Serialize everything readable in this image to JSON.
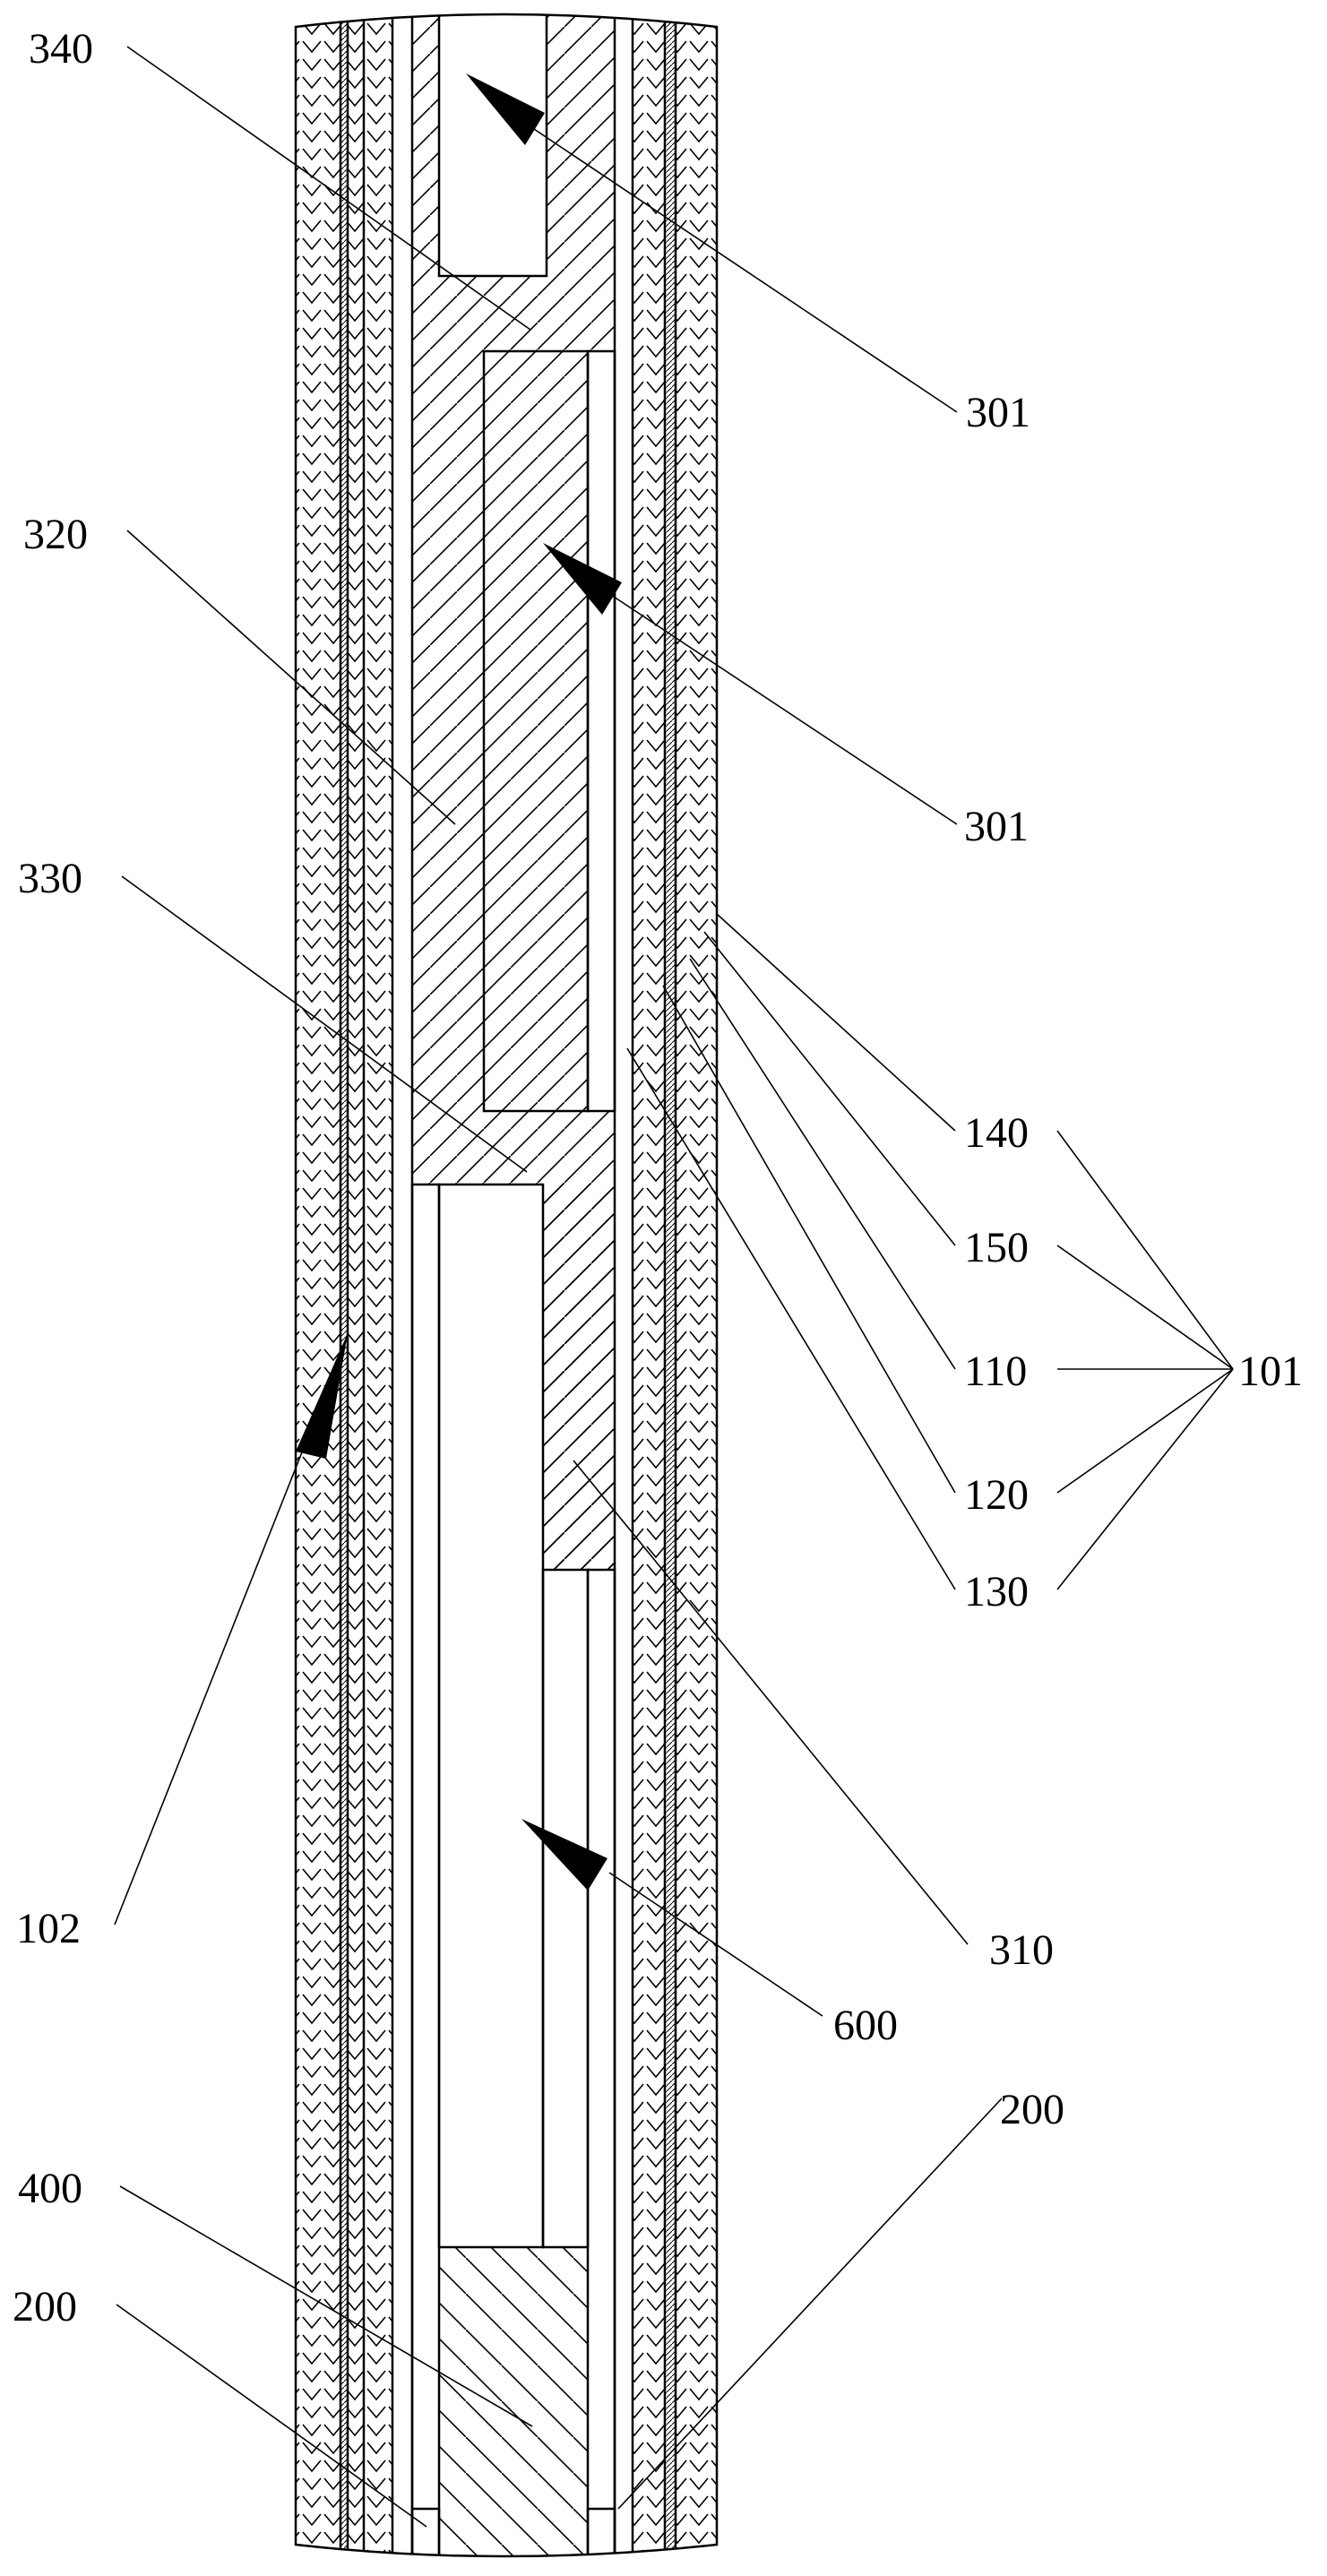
{
  "figure": {
    "labels": {
      "l340": "340",
      "l301a": "301",
      "l320": "320",
      "l301b": "301",
      "l330": "330",
      "l140": "140",
      "l150": "150",
      "l110": "110",
      "l101": "101",
      "l120": "120",
      "l130": "130",
      "l102": "102",
      "l310": "310",
      "l600": "600",
      "l200right": "200",
      "l400": "400",
      "l200left": "200"
    },
    "colors": {
      "line": "#000000",
      "background": "#ffffff"
    }
  }
}
